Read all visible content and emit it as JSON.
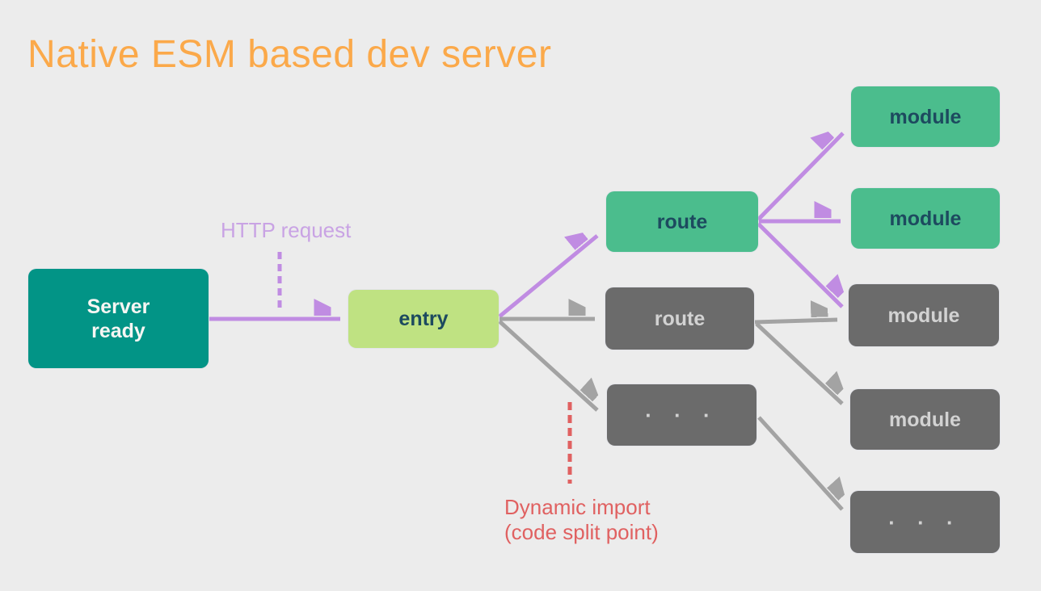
{
  "title": "Native ESM based dev server",
  "nodes": {
    "server_ready": {
      "label": "Server\nready"
    },
    "entry": {
      "label": "entry"
    },
    "route_active": {
      "label": "route"
    },
    "route_inactive": {
      "label": "route"
    },
    "routes_ellipsis": {
      "label": "· · ·"
    },
    "module_active_1": {
      "label": "module"
    },
    "module_active_2": {
      "label": "module"
    },
    "module_inactive_1": {
      "label": "module"
    },
    "module_inactive_2": {
      "label": "module"
    },
    "modules_ellipsis": {
      "label": "· · ·"
    }
  },
  "annotations": {
    "http_request": "HTTP request",
    "dynamic_import": "Dynamic import\n(code split point)"
  },
  "colors": {
    "background": "#ececec",
    "title_orange": "#fba94a",
    "teal_box": "#029486",
    "green_box": "#4bbd8d",
    "light_green_box": "#bfe282",
    "gray_box": "#6b6b6b",
    "dark_box_text": "#1d4a5f",
    "light_box_text": "#d2d2d2",
    "purple_arrow": "#c08ce2",
    "purple_label": "#c9a3e4",
    "gray_arrow": "#a3a3a3",
    "red_label": "#e06161"
  }
}
